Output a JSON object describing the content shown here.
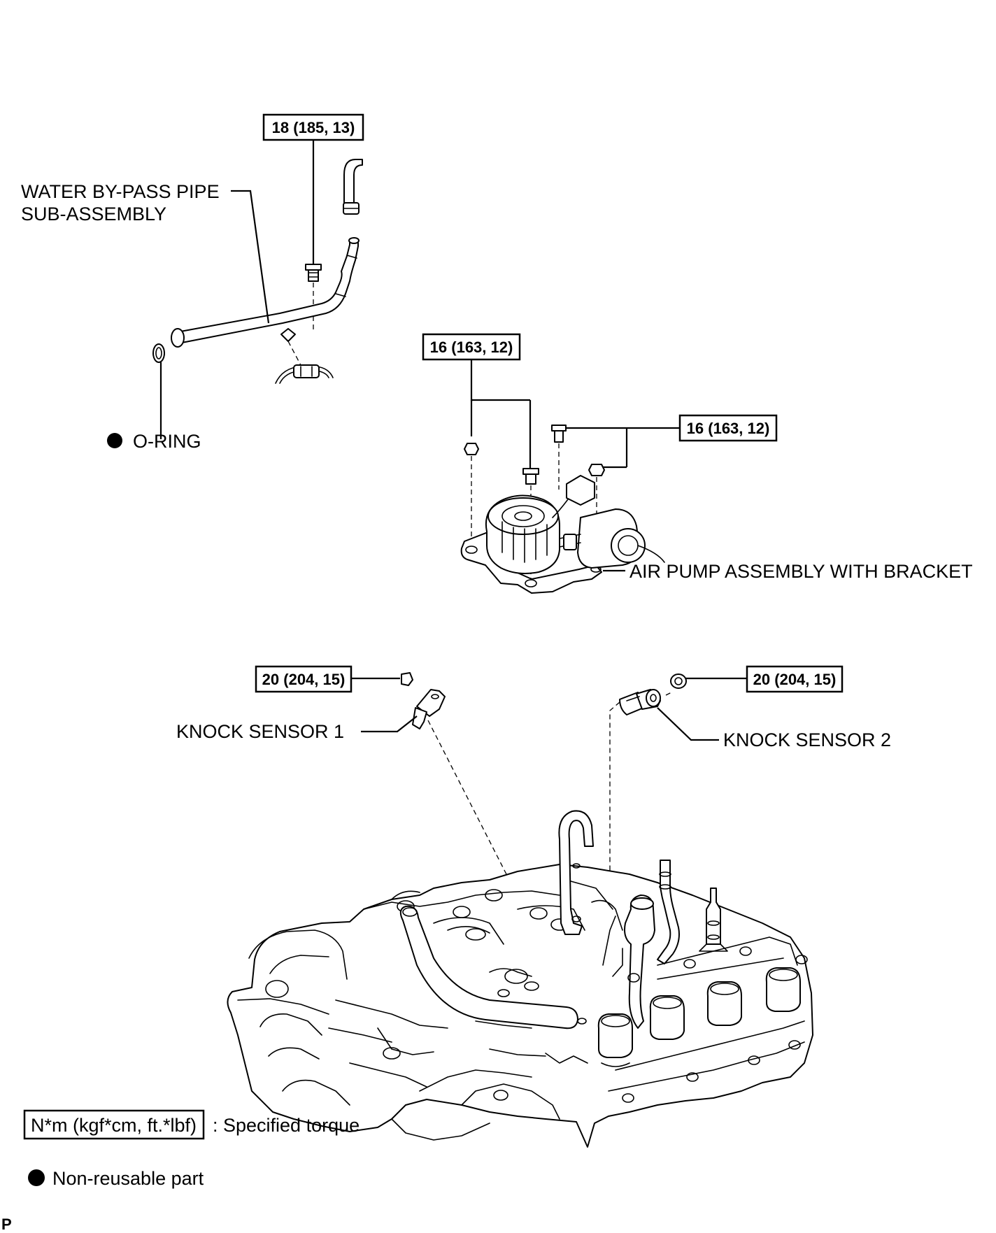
{
  "torque_labels": {
    "water_pipe_bolt": "18 (185, 13)",
    "air_pump_left": "16 (163, 12)",
    "air_pump_right": "16 (163, 12)",
    "knock_sensor_1": "20 (204, 15)",
    "knock_sensor_2": "20 (204, 15)"
  },
  "part_labels": {
    "water_pipe_line1": "WATER BY-PASS PIPE",
    "water_pipe_line2": "SUB-ASSEMBLY",
    "o_ring": "O-RING",
    "air_pump": "AIR PUMP ASSEMBLY WITH BRACKET",
    "knock_sensor_1": "KNOCK SENSOR 1",
    "knock_sensor_2": "KNOCK SENSOR 2"
  },
  "legend": {
    "torque_unit": "N*m (kgf*cm, ft.*lbf)",
    "torque_text": ": Specified torque",
    "nonreusable_text": "Non-reusable part"
  },
  "corner_mark": "P"
}
